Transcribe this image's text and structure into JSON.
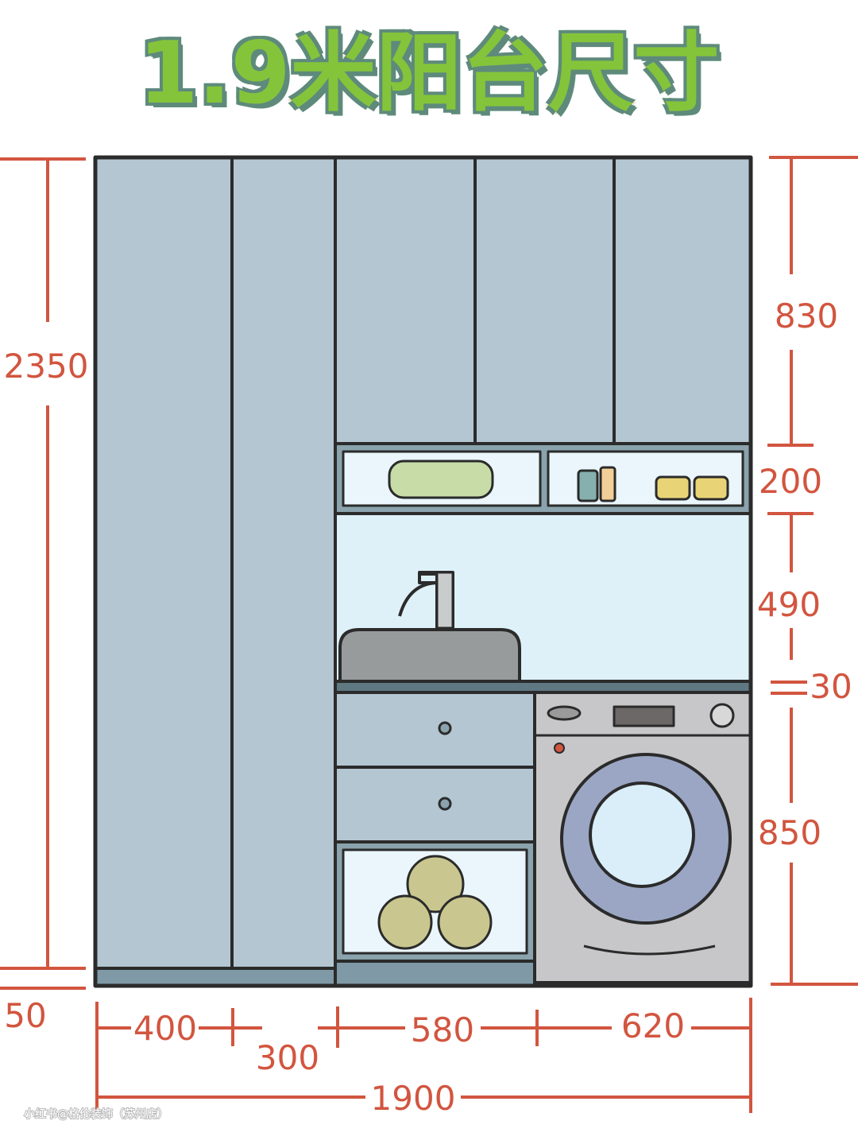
{
  "title": "1.9米阳台尺寸",
  "dimensions": {
    "total_height": "2350",
    "plinth_height": "50",
    "upper_cabinet_height": "830",
    "shelf_height": "200",
    "backsplash_height": "490",
    "countertop_thickness": "30",
    "washer_area_height": "850",
    "tall_cabinet_1_width": "400",
    "tall_cabinet_2_width": "300",
    "sink_cabinet_width": "580",
    "washer_width": "620",
    "total_width": "1900"
  },
  "watermark": "小红书@格伦装饰（苏州店）",
  "colors": {
    "dimension": "#d2553f",
    "cabinet": "#b3c6d2",
    "outline": "#2b2b2b",
    "backsplash": "#def1f8",
    "title_fill": "#84c43a"
  }
}
